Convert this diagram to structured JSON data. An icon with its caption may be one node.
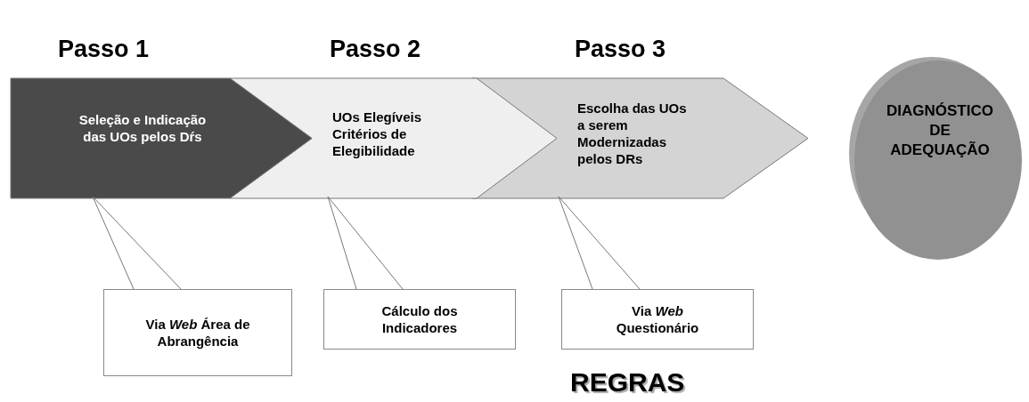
{
  "diagram": {
    "nodes": [
      {
        "text": [
          "Passo 1",
          "Seleção e Indicação das UOs pelos Dŕs"
        ]
      },
      {
        "text": [
          "Passo 2",
          "UOs Elegíveis Critérios de Elegibilidade"
        ]
      },
      {
        "text": [
          "Passo 3",
          "Escolha das UOs a serem Modernizadas pelos DRs"
        ]
      },
      {
        "text": [
          "DIAGNÓSTICO DE ADEQUAÇÃO"
        ]
      },
      {
        "text": [
          "Via *Web* Área de Abrangência"
        ]
      },
      {
        "text": [
          "Cálculo dos Indicadores"
        ]
      },
      {
        "text": [
          "Via *Web* Questionário"
        ]
      }
    ],
    "edges": [
      {
        "from": 4,
        "to": 0,
        "arrow": "none"
      },
      {
        "from": 5,
        "to": 1,
        "arrow": "none"
      },
      {
        "from": 6,
        "to": 2,
        "arrow": "none"
      }
    ],
    "labels": [
      "REGRAS"
    ]
  }
}
